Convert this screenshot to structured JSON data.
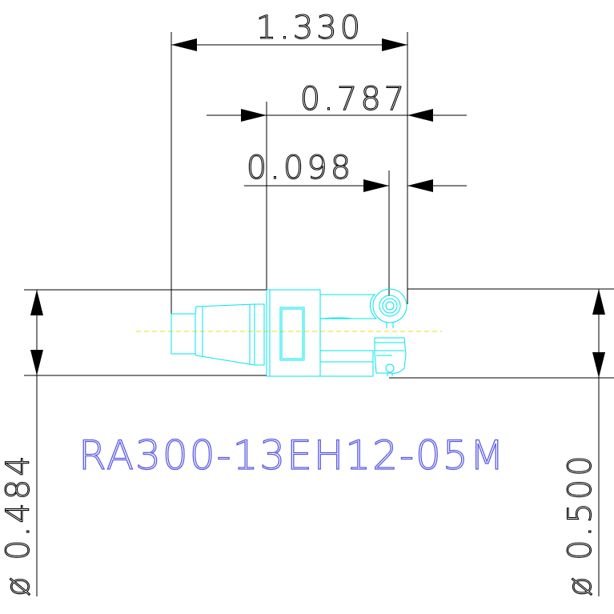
{
  "drawing": {
    "part_number": "RA300-13EH12-05M",
    "dimensions": {
      "overall_length": "1.330",
      "body_length": "0.787",
      "tip_offset": "0.098",
      "diameter_left": "ø 0.484",
      "diameter_right": "ø 0.500"
    }
  },
  "colors": {
    "dimension": "#000000",
    "part_outline": "#00e5ee",
    "centerline": "#e6e600",
    "part_label": "#5a5ae6"
  }
}
